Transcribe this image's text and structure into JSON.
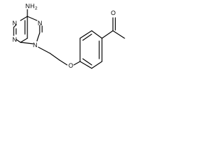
{
  "molecule": {
    "atoms": {
      "amino_N": "N",
      "amino_H": "H",
      "amino_subscript": "2",
      "n1": "N",
      "n3": "N",
      "n7": "N",
      "n9": "N",
      "ether_O": "O",
      "carbonyl_O": "O"
    }
  }
}
